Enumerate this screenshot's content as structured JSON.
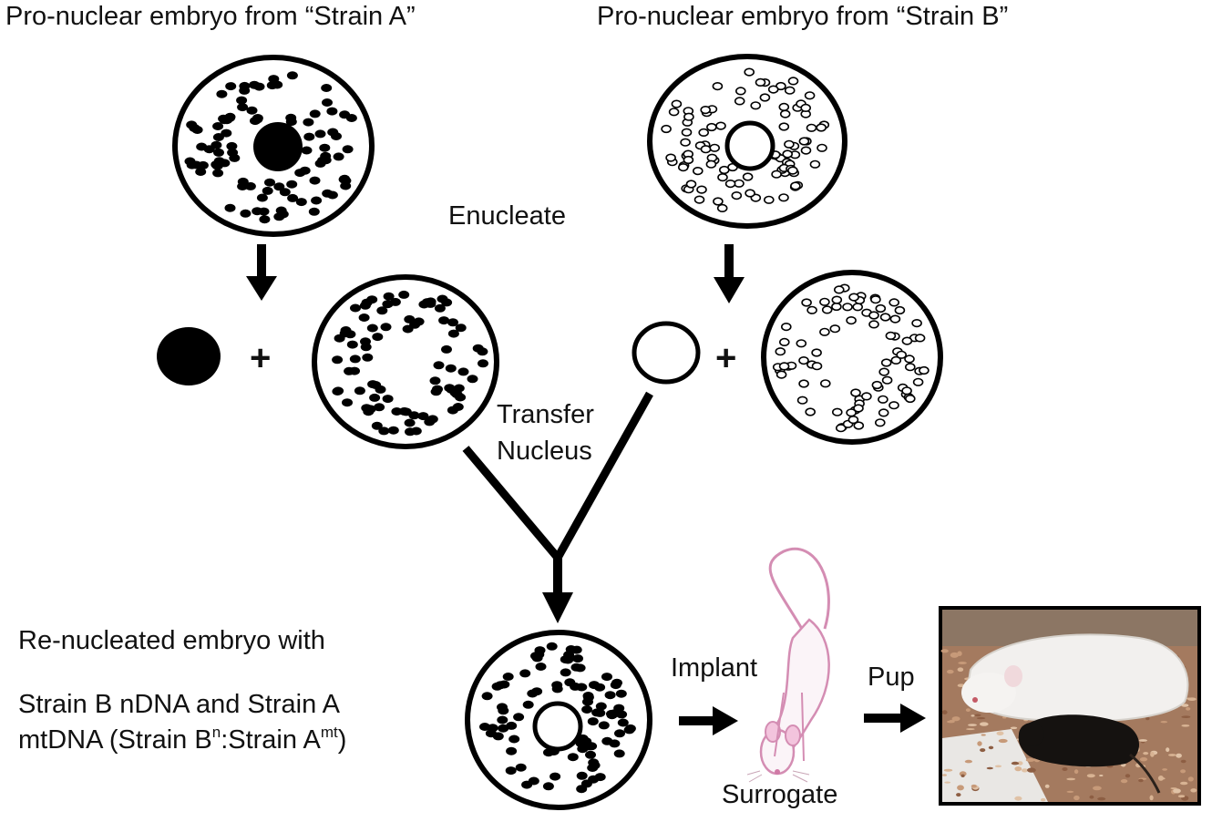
{
  "titles": {
    "strain_a": "Pro-nuclear embryo from “Strain A”",
    "strain_b": "Pro-nuclear embryo from “Strain B”"
  },
  "steps": {
    "enucleate": "Enucleate",
    "transfer_line1": "Transfer",
    "transfer_line2": "Nucleus",
    "implant": "Implant",
    "pup": "Pup",
    "surrogate": "Surrogate"
  },
  "plus_sign": "+",
  "result": {
    "line1": "Re-nucleated embryo  with",
    "line2": "Strain B nDNA and Strain A",
    "line3_pre": "mtDNA (Strain B",
    "sup_n": "n",
    "line3_mid": ":Strain A",
    "sup_mt": "mt",
    "line3_post": ")"
  },
  "colors": {
    "ink": "#000000",
    "background": "#ffffff",
    "mouse_pink": "#e6a9c8",
    "bedding": "#b5856a"
  }
}
